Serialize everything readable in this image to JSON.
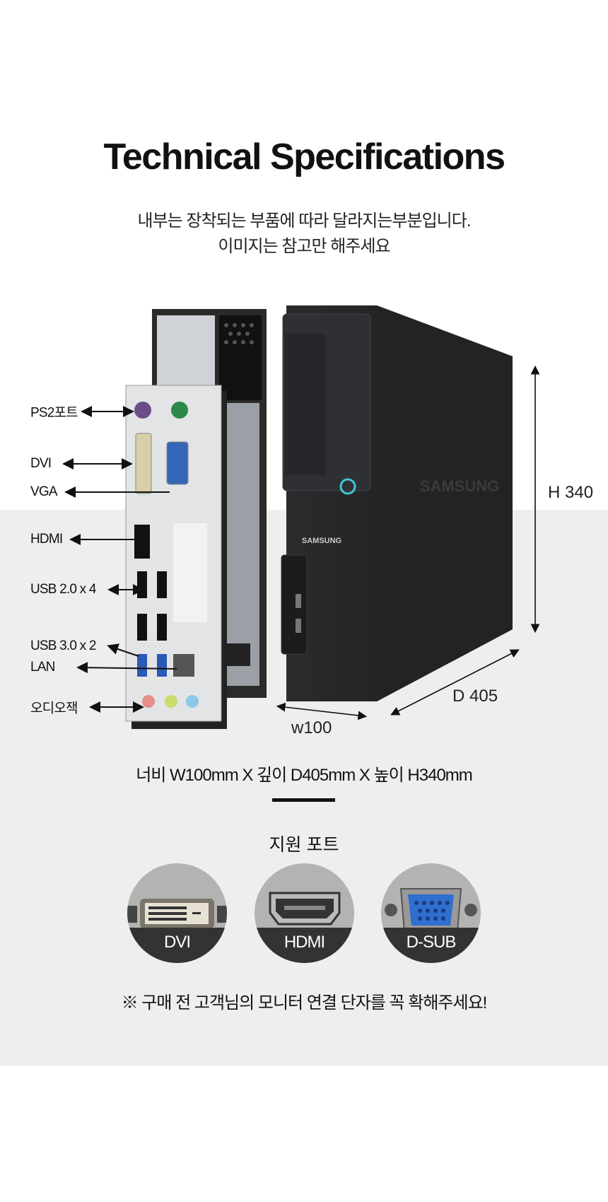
{
  "title": "Technical Specifications",
  "subtitle": [
    "내부는 장착되는 부품에 따라 달라지는부분입니다.",
    "이미지는 참고만 해주세요"
  ],
  "port_labels": [
    "PS2포트",
    "DVI",
    "VGA",
    "HDMI",
    "USB 2.0 x 4",
    "USB 3.0 x 2",
    "LAN",
    "오디오잭"
  ],
  "case_brand": "SAMSUNG",
  "dimensions": {
    "height": "H 340",
    "depth": "D 405",
    "width": "w100",
    "summary": "너비 W100mm X 깊이 D405mm X 높이 H340mm"
  },
  "supported": {
    "heading": "지원 포트",
    "ports": [
      "DVI",
      "HDMI",
      "D-SUB"
    ]
  },
  "notice": "※ 구매 전 고객님의 모니터 연결 단자를 꼭 확해주세요!"
}
